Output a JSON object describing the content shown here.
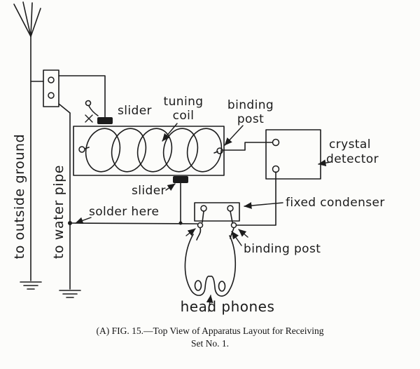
{
  "diagram": {
    "labels": {
      "tuning_coil_line1": "tuning",
      "tuning_coil_line2": "coil",
      "slider_top": "slider",
      "slider_bottom": "slider",
      "binding_post_top_line1": "binding",
      "binding_post_top_line2": "post",
      "crystal_detector_line1": "crystal",
      "crystal_detector_line2": "detector",
      "fixed_condenser": "fixed condenser",
      "binding_post_bottom": "binding post",
      "solder_here": "solder here",
      "head_phones": "head phones",
      "to_outside_ground": "to outside ground",
      "to_water_pipe": "to water pipe"
    },
    "caption": {
      "line1": "(A) FIG. 15.—Top View of Apparatus Layout for Receiving",
      "line2": "Set No. 1."
    }
  }
}
